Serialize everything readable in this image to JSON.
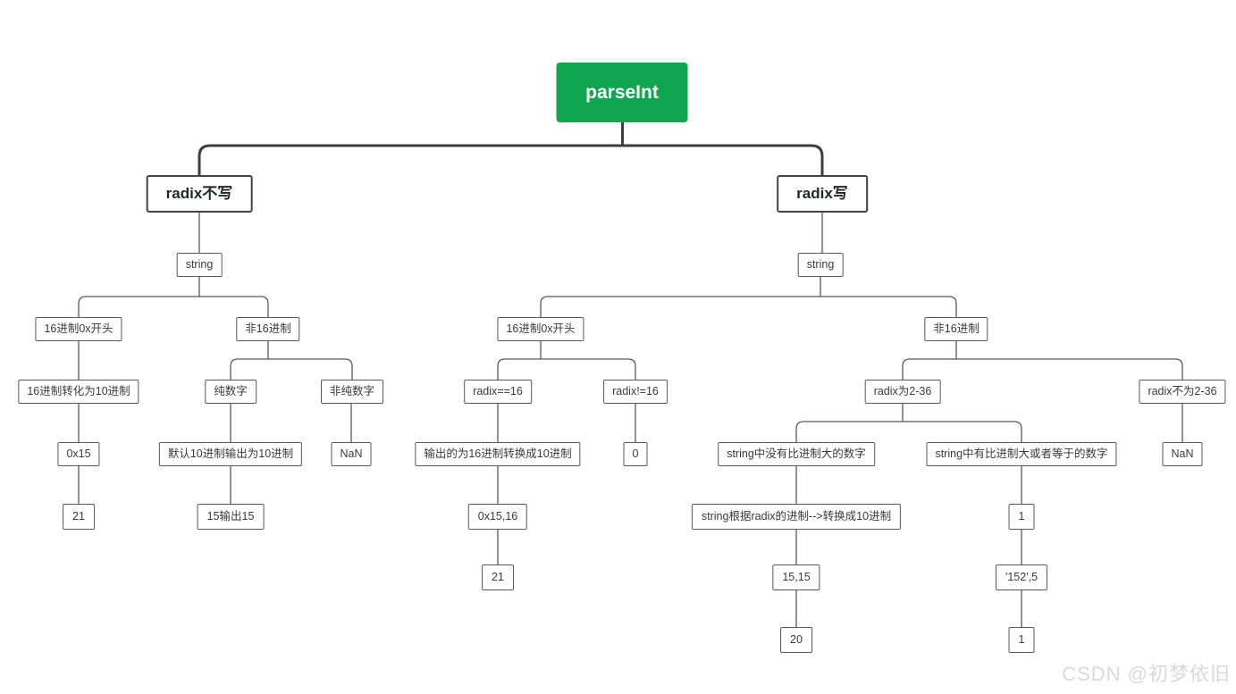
{
  "mindmap": {
    "root": "parseInt",
    "left": {
      "title": "radix不写",
      "string": "string",
      "hex": "16进制0x开头",
      "hex_convert": "16进制转化为10进制",
      "hex_example": "0x15",
      "hex_result": "21",
      "nonhex": "非16进制",
      "pure": "纯数字",
      "pure_default": "默认10进制输出为10进制",
      "pure_example": "15输出15",
      "impure": "非纯数字",
      "impure_result": "NaN"
    },
    "right": {
      "title": "radix写",
      "string": "string",
      "hex": "16进制0x开头",
      "radix_eq16": "radix==16",
      "eq16_output": "输出的为16进制转换成10进制",
      "eq16_example": "0x15,16",
      "eq16_result": "21",
      "radix_ne16": "radix!=16",
      "ne16_result": "0",
      "nonhex": "非16进制",
      "radix_in_range": "radix为2-36",
      "no_bigger_digit": "string中没有比进制大的数字",
      "convert_rule": "string根据radix的进制-->转换成10进制",
      "convert_example": "15,15",
      "convert_result": "20",
      "has_bigger_digit": "string中有比进制大或者等于的数字",
      "partial_result": "1",
      "partial_example": "'152',5",
      "partial_final": "1",
      "radix_out_range": "radix不为2-36",
      "out_range_result": "NaN"
    }
  },
  "watermark": {
    "text": "CSDN @初梦依旧"
  },
  "colors": {
    "root_fill": "#10a651",
    "trunk_line": "#3d3d3d",
    "branch_line": "#595959",
    "l2_border": "#434343"
  }
}
